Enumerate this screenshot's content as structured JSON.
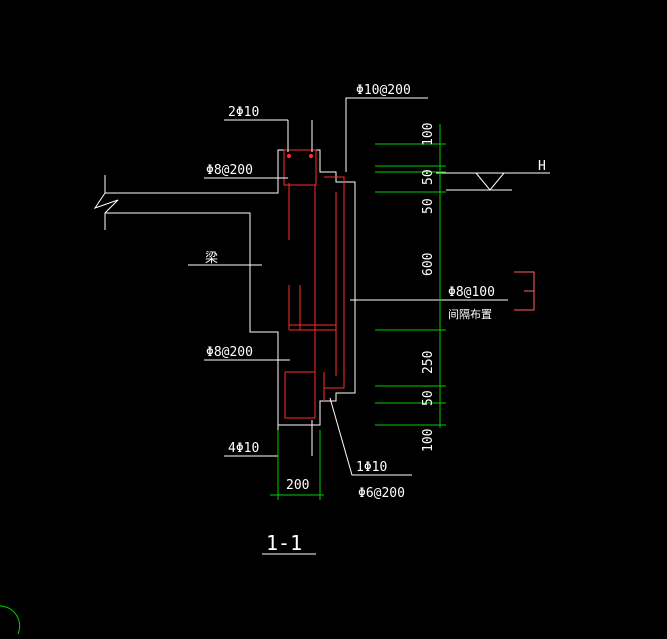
{
  "colors": {
    "background": "#000000",
    "outline": "#ffffff",
    "rebar": "#ff2a2a",
    "dimension": "#00d000",
    "bracket": "#ff6060"
  },
  "labels": {
    "top_longitudinal": "2Φ10",
    "top_stirrup": "Φ8@200",
    "vertical_bar": "Φ10@200",
    "beam": "梁",
    "bottom_stirrup": "Φ8@200",
    "bottom_longitudinal": "4Φ10",
    "single_bar": "1Φ10",
    "single_stirrup": "Φ6@200",
    "side_bar": "Φ8@100",
    "side_bar_note": "间隔布置",
    "water_level": "H",
    "section_title": "1-1"
  },
  "dimensions": {
    "vertical": [
      "100",
      "50",
      "50",
      "600",
      "250",
      "50",
      "100"
    ],
    "horizontal": "200"
  }
}
